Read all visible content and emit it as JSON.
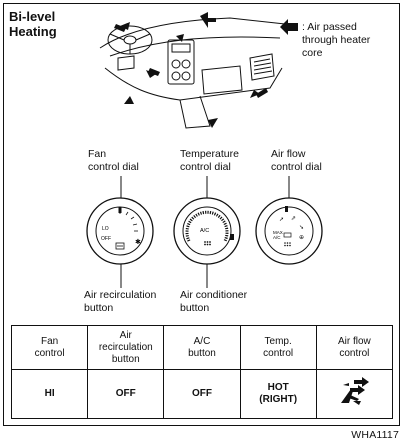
{
  "title": {
    "line1": "Bi-level",
    "line2": "Heating"
  },
  "legend": {
    "line1": ": Air passed",
    "line2": "through heater",
    "line3": "core"
  },
  "labels": {
    "fan_dial": {
      "line1": "Fan",
      "line2": "control dial"
    },
    "temp_dial": {
      "line1": "Temperature",
      "line2": "control dial"
    },
    "airflow_dial": {
      "line1": "Air flow",
      "line2": "control dial"
    },
    "recirc_button": {
      "line1": "Air recirculation",
      "line2": "button"
    },
    "ac_button": {
      "line1": "Air conditioner",
      "line2": "button"
    }
  },
  "dial_marks": {
    "fan_lo": "LO",
    "fan_off": "OFF",
    "temp_ac": "A/C",
    "airflow_max": "MAX",
    "airflow_ac": "A/C"
  },
  "table": {
    "headers": [
      {
        "line1": "Fan",
        "line2": "control",
        "line3": ""
      },
      {
        "line1": "Air",
        "line2": "recirculation",
        "line3": "button"
      },
      {
        "line1": "A/C",
        "line2": "button",
        "line3": ""
      },
      {
        "line1": "Temp.",
        "line2": "control",
        "line3": ""
      },
      {
        "line1": "Air flow",
        "line2": "control",
        "line3": ""
      }
    ],
    "values": [
      {
        "line1": "HI",
        "line2": ""
      },
      {
        "line1": "OFF",
        "line2": ""
      },
      {
        "line1": "OFF",
        "line2": ""
      },
      {
        "line1": "HOT",
        "line2": "(RIGHT)"
      },
      {
        "icon": "bi-level-airflow-icon"
      }
    ]
  },
  "figure_code": "WHA1117"
}
